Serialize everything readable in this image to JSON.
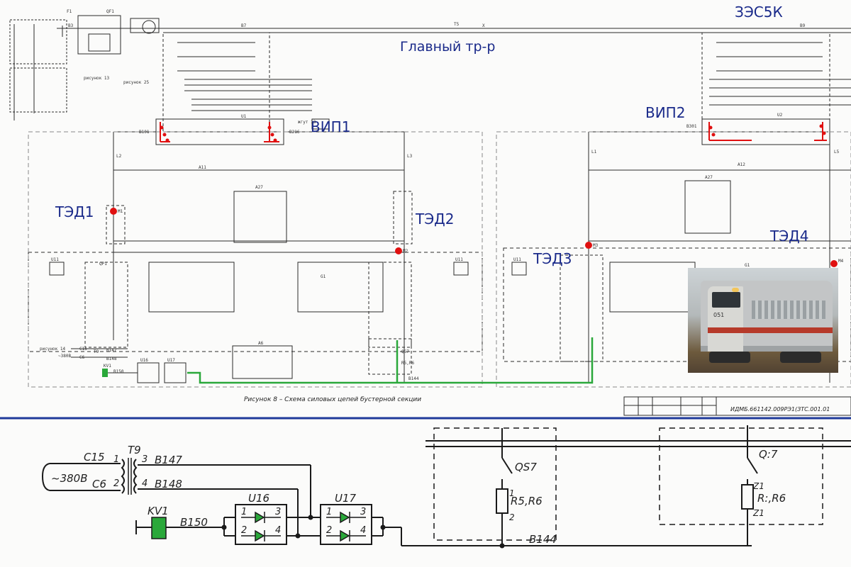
{
  "upper": {
    "loco_model": "ЗЭС5К",
    "main_transformer_label": "Главный тр-р",
    "rectifier_1": "ВИП1",
    "rectifier_2": "ВИП2",
    "motor_1": "ТЭД1",
    "motor_2": "ТЭД2",
    "motor_3": "ТЭД3",
    "motor_4": "ТЭД4",
    "figure_caption": "Рисунок 8 – Схема силовых цепей бустерной секции",
    "doc_number": "ИДМБ.661142.009РЭ1(ЗТС.001.01",
    "photo_number": "051",
    "small_labels": {
      "b3": "B3",
      "b7": "B7",
      "b9": "B9",
      "f1": "F1",
      "qf1": "QF1",
      "x": "X",
      "t5": "T5",
      "b101": "B101",
      "b216": "B216",
      "b301": "B301",
      "l2": "L2",
      "l3": "L3",
      "l1": "L1",
      "l5": "L5",
      "a11": "A11",
      "a12": "A12",
      "a27": "A27",
      "a27b": "A27",
      "m1": "M1",
      "m2": "M2",
      "m3": "M3",
      "m4": "M4",
      "u11": "U11",
      "u11b": "U11",
      "u11c": "U11",
      "qp1": "QP1",
      "qs7": "QS7",
      "r5r6": "R5,R6",
      "b144": "B144",
      "u1": "U1",
      "u2": "U2",
      "g1": "G1",
      "g1b": "G1",
      "c15": "C15",
      "c6": "C6",
      "t9": "T9",
      "b147": "B147",
      "b148": "B148",
      "kv1": "KV1",
      "b150": "B150",
      "u16": "U16",
      "u17": "U17",
      "a6": "A6",
      "fig14": "рисунок 14",
      "v380": "~380В",
      "fig25": "рисунок 25",
      "zhgut": "жгут 13",
      "fig13": "рисунок 13"
    }
  },
  "lower": {
    "c15": "C15",
    "c6": "C6",
    "supply": "~380В",
    "t9": "T9",
    "pin1": "1",
    "pin2": "2",
    "pin3": "3",
    "pin4": "4",
    "b147": "B147",
    "b148": "B148",
    "kv1": "KV1",
    "b150": "B150",
    "u16": "U16",
    "u17": "U17",
    "b144": "B144",
    "qs7": "QS7",
    "r5r6": "R5,R6",
    "q7": "Q:7",
    "r5r6b": "R:,R6",
    "r_pin1": "1",
    "r_pin2": "2",
    "r_pin1b": "Z1",
    "r_pin2b": "Z1",
    "u16_pins": [
      "1",
      "3",
      "2",
      "4"
    ],
    "u17_pins": [
      "1",
      "3",
      "2",
      "4"
    ]
  },
  "colors": {
    "highlight_green": "#2aa83a",
    "red_dot": "#e01010",
    "label_blue": "#1a2a8a",
    "divider": "#1f3a9a"
  }
}
